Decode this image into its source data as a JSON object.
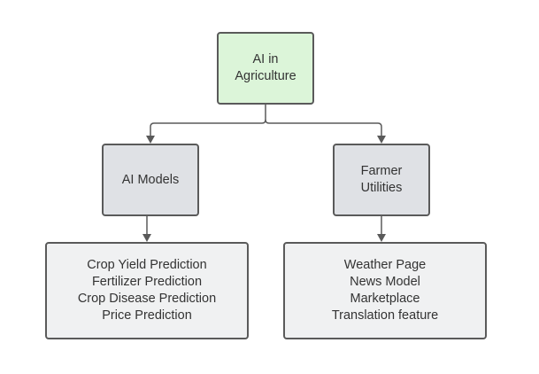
{
  "root": {
    "line1": "AI in",
    "line2": "Agriculture"
  },
  "ai_models": {
    "label": "AI Models"
  },
  "farmer_utilities": {
    "line1": "Farmer",
    "line2": "Utilities"
  },
  "ai_models_items": [
    "Crop Yield Prediction",
    "Fertilizer Prediction",
    "Crop Disease Prediction",
    "Price Prediction"
  ],
  "farmer_utilities_items": [
    "Weather Page",
    "News Model",
    "Marketplace",
    "Translation feature"
  ],
  "colors": {
    "root_fill": "#dcf5d9",
    "mid_fill": "#dfe1e5",
    "leaf_fill": "#f0f1f2",
    "stroke": "#5a5a5a"
  }
}
